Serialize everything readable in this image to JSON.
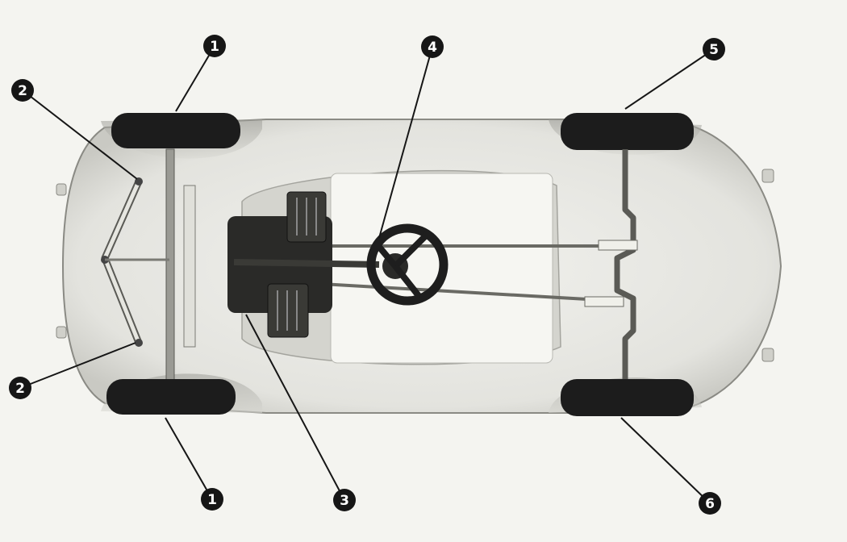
{
  "figure": {
    "background": "#f4f4f0",
    "ink_color": "#161616",
    "body_color": "#e9e9e4",
    "tire_color": "#1c1c1c",
    "callouts": [
      {
        "id": "front-axle-top",
        "number": "1"
      },
      {
        "id": "tie-rod-top",
        "number": "2"
      },
      {
        "id": "steering-wheel",
        "number": "4"
      },
      {
        "id": "rear-axle-top",
        "number": "5"
      },
      {
        "id": "tie-rod-bottom",
        "number": "2"
      },
      {
        "id": "front-axle-bottom",
        "number": "1"
      },
      {
        "id": "pedals",
        "number": "3"
      },
      {
        "id": "rear-axle-bottom",
        "number": "6"
      }
    ]
  }
}
